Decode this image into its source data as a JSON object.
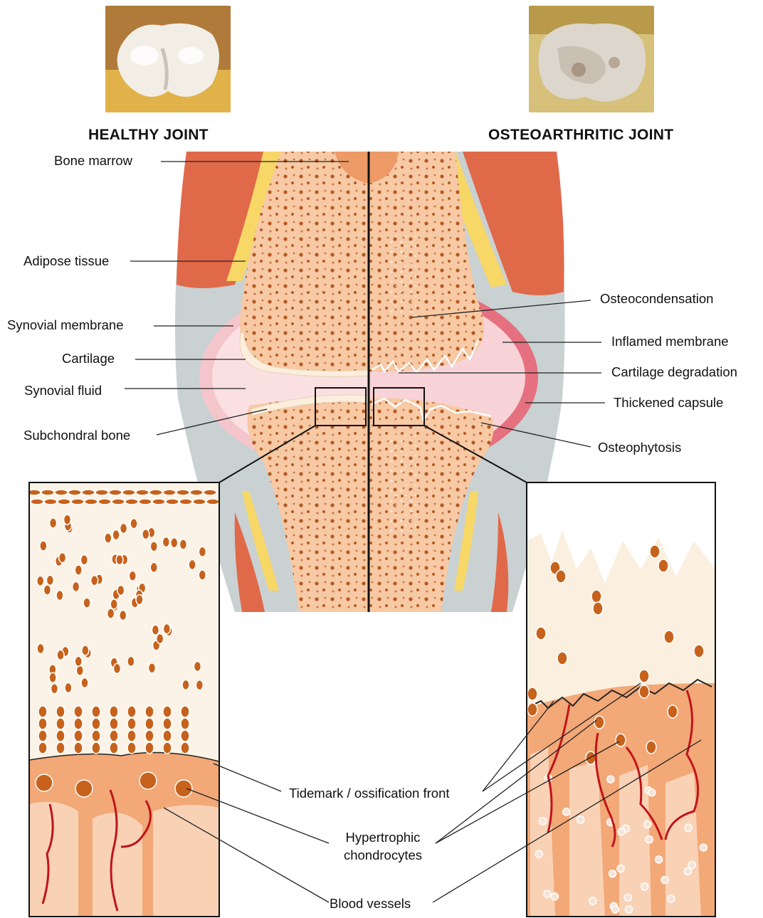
{
  "headings": {
    "healthy": "HEALTHY JOINT",
    "oa": "OSTEOARTHRITIC JOINT"
  },
  "left_labels": {
    "bone_marrow": "Bone marrow",
    "adipose": "Adipose tissue",
    "synovial_membrane": "Synovial membrane",
    "cartilage": "Cartilage",
    "synovial_fluid": "Synovial fluid",
    "subchondral": "Subchondral bone"
  },
  "right_labels": {
    "osteocondensation": "Osteocondensation",
    "inflamed": "Inflamed membrane",
    "degradation": "Cartilage degradation",
    "thickened": "Thickened capsule",
    "osteophytosis": "Osteophytosis"
  },
  "bottom_labels": {
    "tidemark": "Tidemark / ossification front",
    "hypertrophic_1": "Hypertrophic",
    "hypertrophic_2": "chondrocytes",
    "vessels": "Blood vessels"
  },
  "colors": {
    "muscle": "#e0694a",
    "fat": "#f7d766",
    "capsule": "#c9d1d2",
    "bone": "#f7c9a4",
    "pore": "#b5581f",
    "cartilage": "#fbeedd",
    "synovial": "#f2b5bd",
    "inflamed": "#e5707f",
    "vessel": "#c0141b"
  }
}
